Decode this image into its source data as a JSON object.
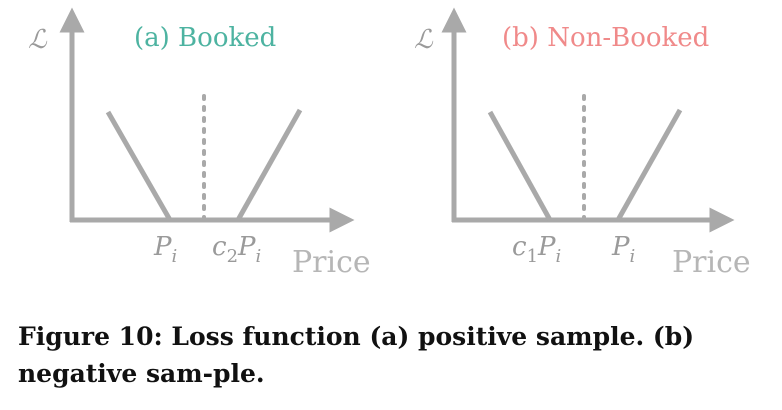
{
  "colors": {
    "axis": "#a9a9a9",
    "line": "#a9a9a9",
    "booked": "#4db3a1",
    "nonbooked": "#f08a8a"
  },
  "figure": {
    "panel_a": {
      "title": "(a) Booked",
      "y_label": "ℒ",
      "x_label": "Price",
      "tick_1": "P",
      "tick_1_sub": "i",
      "tick_2_pre": "c",
      "tick_2_pre_sub": "2",
      "tick_2": "P",
      "tick_2_sub": "i"
    },
    "panel_b": {
      "title": "(b) Non-Booked",
      "y_label": "ℒ",
      "x_label": "Price",
      "tick_1_pre": "c",
      "tick_1_pre_sub": "1",
      "tick_1": "P",
      "tick_1_sub": "i",
      "tick_2": "P",
      "tick_2_sub": "i"
    }
  },
  "caption": "Figure 10: Loss function (a) positive sample. (b) negative sam-ple."
}
